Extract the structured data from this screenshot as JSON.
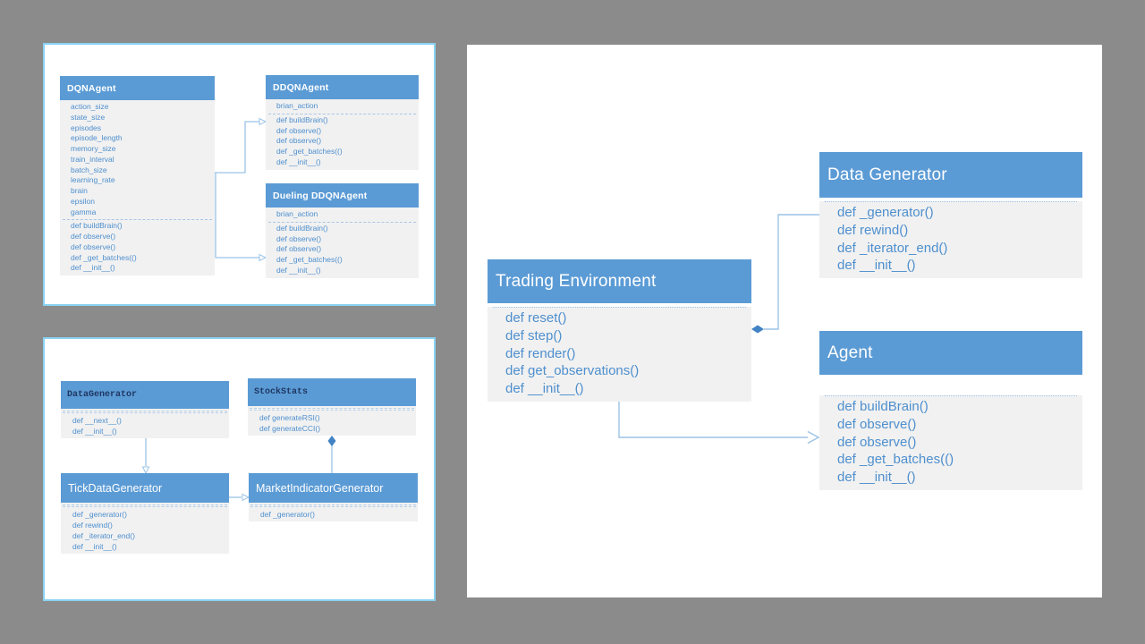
{
  "colors": {
    "canvas_background": "#8B8B8B",
    "panel_background": "#FFFFFF",
    "panel_border": "#8AD2F2",
    "class_header_fill": "#5B9BD5",
    "class_body_fill": "#F1F1F1",
    "class_title_light": "#FFFFFF",
    "class_title_dark": "#203864",
    "member_text": "#4E8FCE",
    "connector": "#9CC3E6",
    "diamond_fill": "#4183C4"
  },
  "classes": {
    "dqn": {
      "title": "DQNAgent",
      "attributes": [
        "action_size",
        "state_size",
        "episodes",
        "episode_length",
        "memory_size",
        "train_interval",
        "batch_size",
        "learning_rate",
        "brain",
        "epsilon",
        "gamma"
      ],
      "methods": [
        "def buildBrain()",
        "def observe()",
        "def observe()",
        "def _get_batches(()",
        "def __init__()"
      ]
    },
    "ddqn": {
      "title": "DDQNAgent",
      "attributes": [
        "brian_action"
      ],
      "methods": [
        "def buildBrain()",
        "def observe()",
        "def observe()",
        "def _get_batches(()",
        "def __init__()"
      ]
    },
    "dueling": {
      "title": "Dueling DDQNAgent",
      "attributes": [
        "brian_action"
      ],
      "methods": [
        "def buildBrain()",
        "def observe()",
        "def observe()",
        "def _get_batches(()",
        "def __init__()"
      ]
    },
    "datagen_s": {
      "title": "DataGenerator",
      "methods": [
        "def __next__()",
        "def __init__()"
      ]
    },
    "stockstats": {
      "title": "StockStats",
      "methods": [
        "def generateRSI()",
        "def generateCCI()"
      ]
    },
    "tickgen": {
      "title": "TickDataGenerator",
      "methods": [
        "def _generator()",
        "def rewind()",
        "def _iterator_end()",
        "def __init__()"
      ]
    },
    "marketgen": {
      "title": "MarketIndicatorGenerator",
      "methods": [
        "def _generator()"
      ]
    },
    "tradingenv": {
      "title": "Trading Environment",
      "methods": [
        "def reset()",
        "def step()",
        "def render()",
        "def get_observations()",
        "def __init__()"
      ]
    },
    "datagen_l": {
      "title": "Data Generator",
      "methods": [
        "def _generator()",
        "def rewind()",
        "def _iterator_end()",
        "def __init__()"
      ]
    },
    "agent": {
      "title": "Agent",
      "methods": [
        "def buildBrain()",
        "def observe()",
        "def observe()",
        "def _get_batches(()",
        "def __init__()"
      ]
    }
  },
  "relationships": [
    {
      "arrowhead": "hollow-triangle",
      "from": "DQNAgent",
      "to": "DDQNAgent"
    },
    {
      "arrowhead": "hollow-triangle",
      "from": "DQNAgent",
      "to": "Dueling DDQNAgent"
    },
    {
      "arrowhead": "hollow-triangle",
      "from": "DataGenerator",
      "to": "TickDataGenerator"
    },
    {
      "arrowhead": "hollow-triangle",
      "from": "TickDataGenerator",
      "to": "MarketIndicatorGenerator"
    },
    {
      "arrowhead": "filled-diamond",
      "from": "MarketIndicatorGenerator",
      "to": "StockStats"
    },
    {
      "arrowhead": "filled-diamond",
      "from": "Data Generator",
      "to": "Trading Environment"
    },
    {
      "arrowhead": "open-arrow",
      "from": "Trading Environment",
      "to": "Agent"
    }
  ]
}
